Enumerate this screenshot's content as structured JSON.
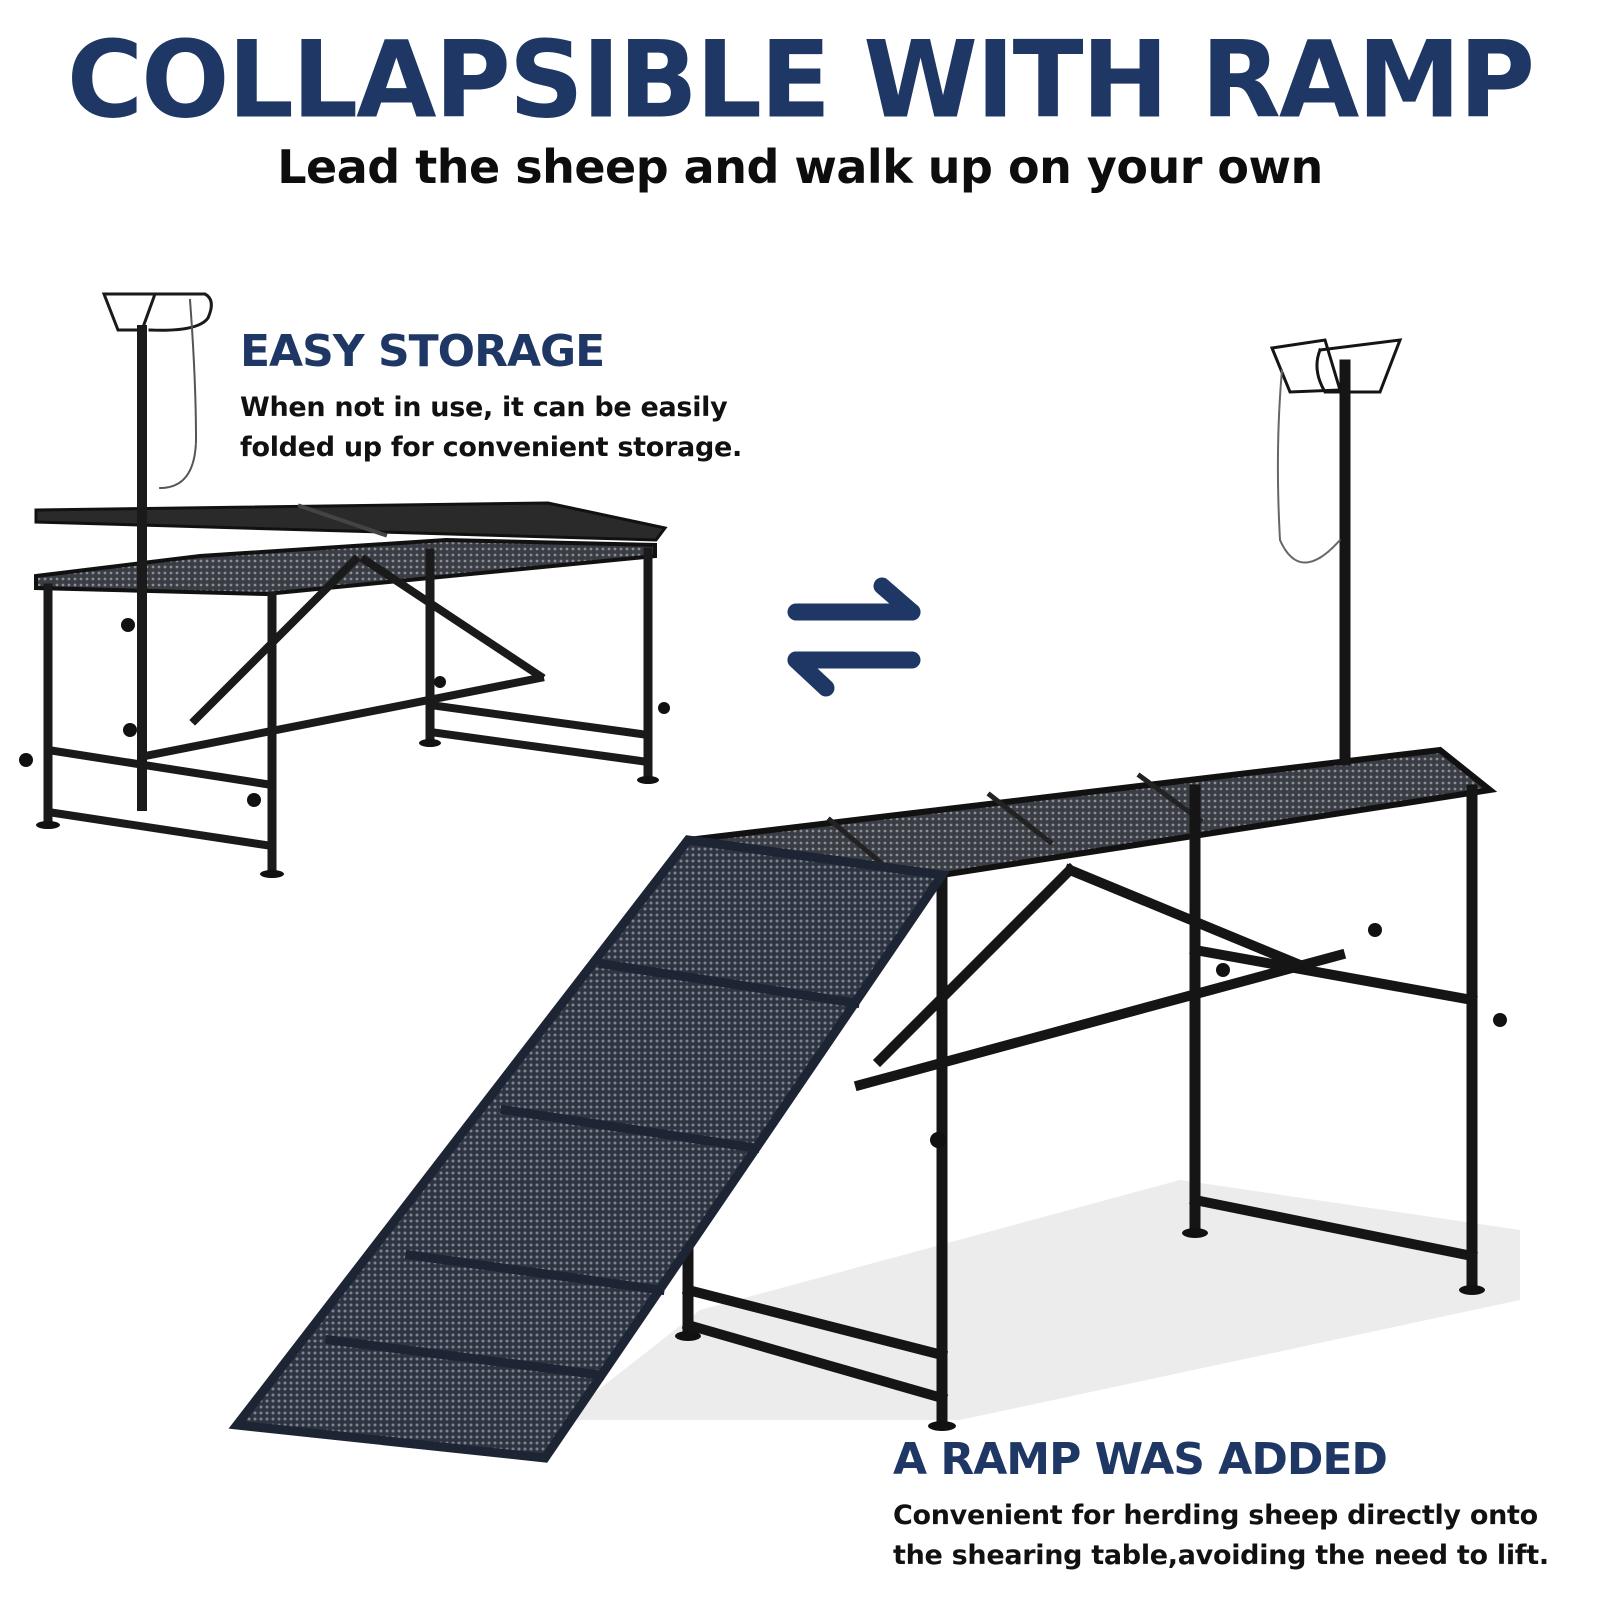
{
  "header": {
    "title": "COLLAPSIBLE WITH RAMP",
    "subtitle": "Lead the sheep and walk up on your own"
  },
  "features": [
    {
      "title": "EASY STORAGE",
      "lines": [
        "When not in use, it can be easily",
        "folded up for convenient storage."
      ]
    },
    {
      "title": "A RAMP WAS ADDED",
      "lines": [
        "Convenient for herding sheep directly onto",
        "the shearing table,avoiding the need to lift."
      ]
    }
  ],
  "icons": {
    "swap": "swap-arrows-icon"
  },
  "colors": {
    "brand_navy": "#1e3765",
    "text_dark": "#111111",
    "frame": "#1a1a1a",
    "background": "#ffffff"
  }
}
